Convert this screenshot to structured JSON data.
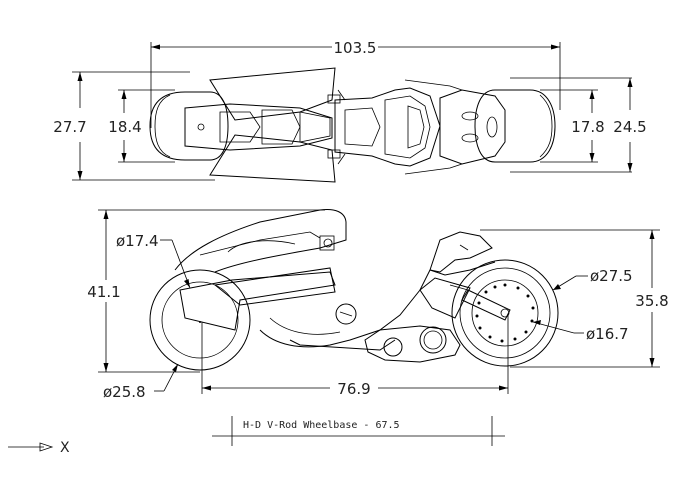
{
  "top_view": {
    "overall_length": "103.5",
    "rear_width": "27.7",
    "rear_tire_width": "18.4",
    "front_tire_width": "17.8",
    "front_width": "24.5"
  },
  "side_view": {
    "rear_wheel_diameter_top": "ø17.4",
    "height": "41.1",
    "rear_wheel_diameter": "ø25.8",
    "front_wheel_diameter": "ø27.5",
    "front_hub_diameter": "ø16.7",
    "front_height": "35.8",
    "wheelbase_dim": "76.9"
  },
  "title_block": {
    "caption": "H-D V-Rod Wheelbase - 67.5"
  },
  "axis": {
    "label": "X"
  }
}
